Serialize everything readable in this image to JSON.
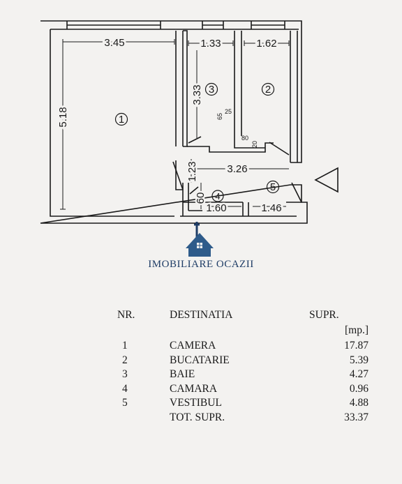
{
  "floorplan": {
    "dimensions": {
      "room1_width": "3.45",
      "room3_width": "1.33",
      "room2_width": "1.62",
      "room1_height": "5.18",
      "room3_height": "3.33",
      "hall_width": "3.26",
      "door_height": "1.23",
      "closet_height": "60",
      "closet_width": "1.60",
      "vestibule_width": "1.46",
      "small_65": "65",
      "small_25": "25",
      "small_80": "80",
      "small_20": "20"
    },
    "room_numbers": [
      "1",
      "2",
      "3",
      "4",
      "5"
    ],
    "entrance_icon": "triangle-arrow-icon"
  },
  "brand": {
    "name": "IMOBILIARE OCAZII",
    "logo_icon": "house-logo-icon",
    "color": "#1f3d66"
  },
  "table": {
    "headers": {
      "nr": "NR.",
      "destination": "DESTINATIA",
      "area": "SUPR."
    },
    "unit": "[mp.]",
    "rows": [
      {
        "nr": "1",
        "destination": "CAMERA",
        "area": "17.87"
      },
      {
        "nr": "2",
        "destination": "BUCATARIE",
        "area": "5.39"
      },
      {
        "nr": "3",
        "destination": "BAIE",
        "area": "4.27"
      },
      {
        "nr": "4",
        "destination": "CAMARA",
        "area": "0.96"
      },
      {
        "nr": "5",
        "destination": "VESTIBUL",
        "area": "4.88"
      }
    ],
    "total": {
      "label": "TOT. SUPR.",
      "area": "33.37"
    }
  }
}
